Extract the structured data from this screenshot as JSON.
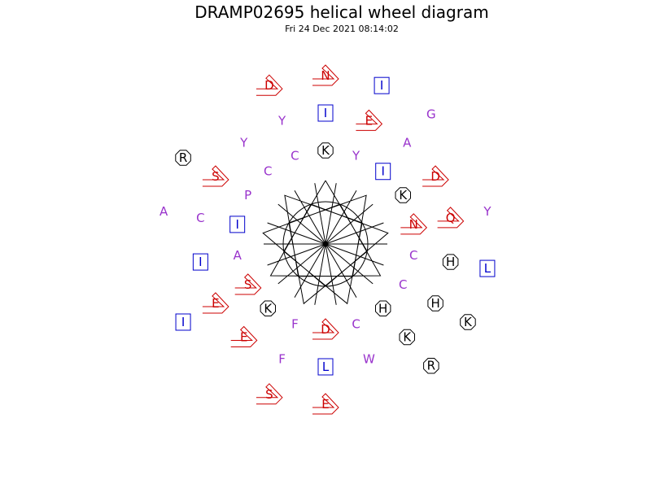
{
  "title": "DRAMP02695 helical wheel diagram",
  "timestamp": "Fri 24 Dec 2021 08:14:02",
  "colors": {
    "hydrophobic": "#0000cc",
    "polar": "#9933cc",
    "acidic": "#cc0000",
    "basic": "#000000",
    "backbone": "#000000"
  },
  "residues": [
    {
      "aa": "K",
      "cls": "basic"
    },
    {
      "aa": "C",
      "cls": "polar"
    },
    {
      "aa": "F",
      "cls": "polar"
    },
    {
      "aa": "P",
      "cls": "polar"
    },
    {
      "aa": "I",
      "cls": "hydrophobic"
    },
    {
      "aa": "H",
      "cls": "basic"
    },
    {
      "aa": "S",
      "cls": "acidic"
    },
    {
      "aa": "C",
      "cls": "polar"
    },
    {
      "aa": "N",
      "cls": "acidic"
    },
    {
      "aa": "D",
      "cls": "acidic"
    },
    {
      "aa": "I",
      "cls": "hydrophobic"
    },
    {
      "aa": "Y",
      "cls": "polar"
    },
    {
      "aa": "C",
      "cls": "polar"
    },
    {
      "aa": "K",
      "cls": "basic"
    },
    {
      "aa": "C",
      "cls": "polar"
    },
    {
      "aa": "K",
      "cls": "basic"
    },
    {
      "aa": "C",
      "cls": "polar"
    },
    {
      "aa": "A",
      "cls": "polar"
    },
    {
      "aa": "I",
      "cls": "hydrophobic"
    },
    {
      "aa": "H",
      "cls": "basic"
    },
    {
      "aa": "F",
      "cls": "polar"
    },
    {
      "aa": "S",
      "cls": "acidic"
    },
    {
      "aa": "A",
      "cls": "polar"
    },
    {
      "aa": "K",
      "cls": "basic"
    },
    {
      "aa": "E",
      "cls": "acidic"
    },
    {
      "aa": "Y",
      "cls": "polar"
    },
    {
      "aa": "Q",
      "cls": "acidic"
    },
    {
      "aa": "L",
      "cls": "hydrophobic"
    },
    {
      "aa": "C",
      "cls": "polar"
    },
    {
      "aa": "E",
      "cls": "acidic"
    },
    {
      "aa": "H",
      "cls": "basic"
    },
    {
      "aa": "E",
      "cls": "acidic"
    },
    {
      "aa": "Y",
      "cls": "polar"
    },
    {
      "aa": "D",
      "cls": "acidic"
    },
    {
      "aa": "W",
      "cls": "polar"
    },
    {
      "aa": "I",
      "cls": "hydrophobic"
    },
    {
      "aa": "N",
      "cls": "acidic"
    },
    {
      "aa": "L",
      "cls": "hydrophobic"
    },
    {
      "aa": "S",
      "cls": "acidic"
    },
    {
      "aa": "R",
      "cls": "basic"
    },
    {
      "aa": "G",
      "cls": "polar"
    },
    {
      "aa": "R",
      "cls": "basic"
    },
    {
      "aa": "I",
      "cls": "hydrophobic"
    },
    {
      "aa": "D",
      "cls": "acidic"
    },
    {
      "aa": "Y",
      "cls": "polar"
    },
    {
      "aa": "E",
      "cls": "acidic"
    },
    {
      "aa": "A",
      "cls": "polar"
    },
    {
      "aa": "I",
      "cls": "hydrophobic"
    },
    {
      "aa": "K",
      "cls": "basic"
    }
  ]
}
